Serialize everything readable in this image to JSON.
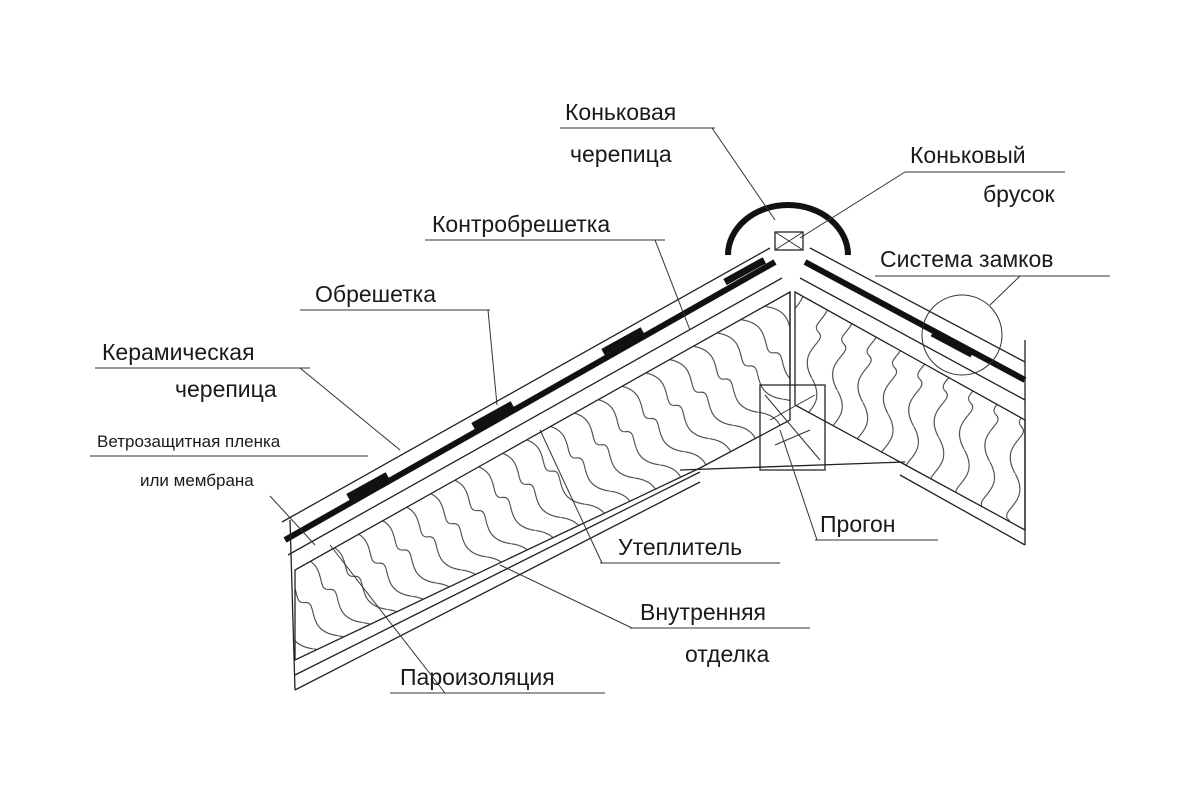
{
  "labels": {
    "ridge_tile": [
      "Коньковая",
      "черепица"
    ],
    "ridge_beam": [
      "Коньковый",
      "брусок"
    ],
    "counter_batten": "Контробрешетка",
    "lock_system": "Система замков",
    "batten": "Обрешетка",
    "ceramic_tile": [
      "Керамическая",
      "черепица"
    ],
    "wind_membrane": [
      "Ветрозащитная пленка",
      "или мембрана"
    ],
    "insulation": "Утеплитель",
    "purlin": "Прогон",
    "inner_finish": [
      "Внутренняя",
      "отделка"
    ],
    "vapor_barrier": "Пароизоляция"
  },
  "colors": {
    "line": "#222222",
    "background": "#ffffff"
  }
}
